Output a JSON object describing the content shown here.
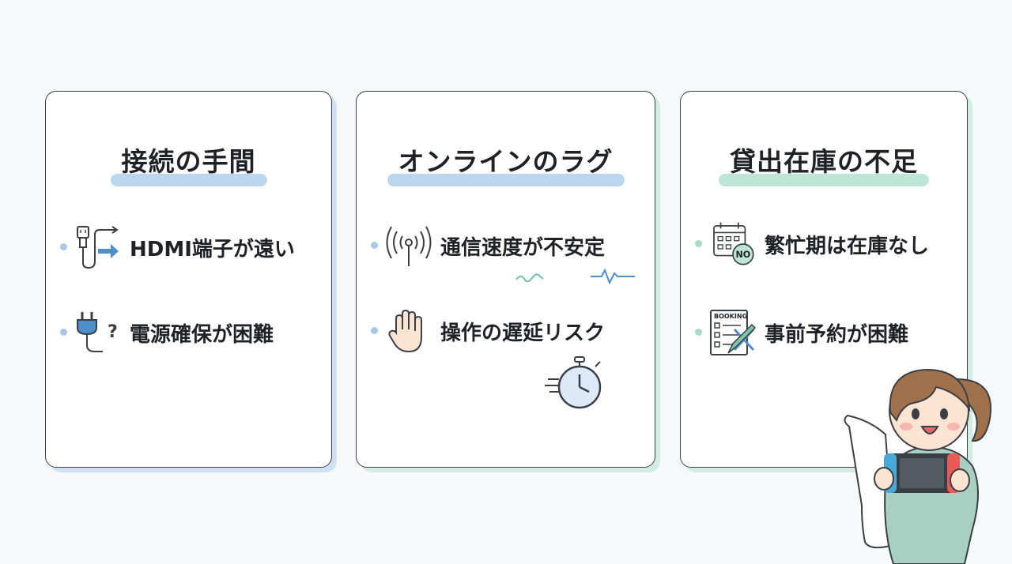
{
  "cards": [
    {
      "title": "接続の手間",
      "items": [
        {
          "label": "HDMI端子が遠い",
          "icon": "hdmi-cable-icon"
        },
        {
          "label": "電源確保が困難",
          "icon": "power-plug-question-icon"
        }
      ]
    },
    {
      "title": "オンラインのラグ",
      "items": [
        {
          "label": "通信速度が不安定",
          "icon": "wifi-signal-icon"
        },
        {
          "label": "操作の遅延リスク",
          "icon": "hand-icon"
        }
      ]
    },
    {
      "title": "貸出在庫の不足",
      "items": [
        {
          "label": "繁忙期は在庫なし",
          "icon": "calendar-no-icon",
          "badge": "NO"
        },
        {
          "label": "事前予約が困難",
          "icon": "booking-form-icon",
          "badge": "BOOKING"
        }
      ]
    }
  ],
  "colors": {
    "blue_accent": "#bcd6f0",
    "green_accent": "#bfe6d4",
    "icon_blue": "#4f8fc9",
    "icon_stroke": "#3a3f44"
  }
}
